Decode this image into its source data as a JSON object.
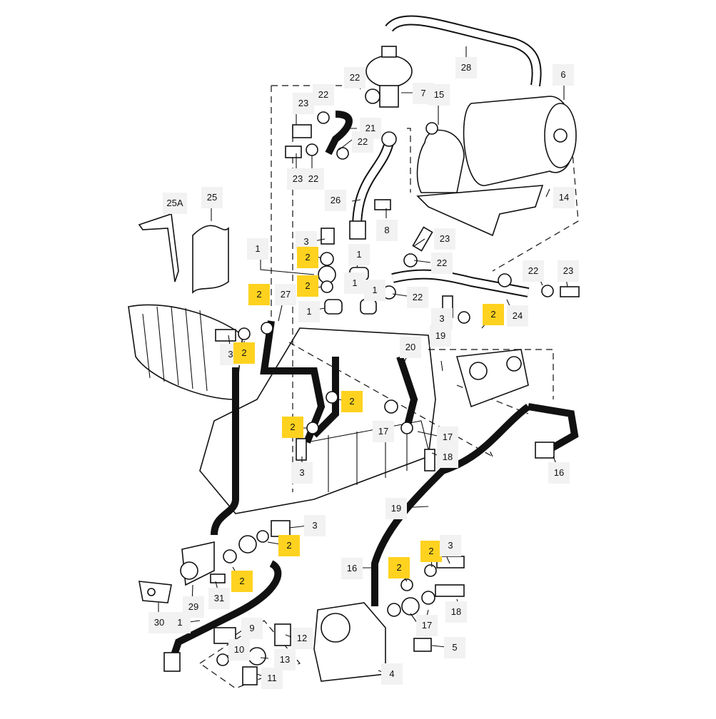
{
  "diagram": {
    "accent_color": "#ffd21f",
    "label_bg": "#f2f2f2",
    "callouts": [
      {
        "id": "c28",
        "text": "28",
        "highlight": false
      },
      {
        "id": "c7",
        "text": "7",
        "highlight": false
      },
      {
        "id": "c6",
        "text": "6",
        "highlight": false
      },
      {
        "id": "c22a",
        "text": "22",
        "highlight": false
      },
      {
        "id": "c22b",
        "text": "22",
        "highlight": false
      },
      {
        "id": "c23a",
        "text": "23",
        "highlight": false
      },
      {
        "id": "c21",
        "text": "21",
        "highlight": false
      },
      {
        "id": "c22c",
        "text": "22",
        "highlight": false
      },
      {
        "id": "c23b",
        "text": "23",
        "highlight": false
      },
      {
        "id": "c22d",
        "text": "22",
        "highlight": false
      },
      {
        "id": "c15",
        "text": "15",
        "highlight": false
      },
      {
        "id": "c14",
        "text": "14",
        "highlight": false
      },
      {
        "id": "c26",
        "text": "26",
        "highlight": false
      },
      {
        "id": "c8",
        "text": "8",
        "highlight": false
      },
      {
        "id": "c25a",
        "text": "25A",
        "highlight": false
      },
      {
        "id": "c25",
        "text": "25",
        "highlight": false
      },
      {
        "id": "c3a",
        "text": "3",
        "highlight": false
      },
      {
        "id": "c2a",
        "text": "2",
        "highlight": true
      },
      {
        "id": "c1a",
        "text": "1",
        "highlight": false
      },
      {
        "id": "c2b",
        "text": "2",
        "highlight": true
      },
      {
        "id": "c1b",
        "text": "1",
        "highlight": false
      },
      {
        "id": "c1c",
        "text": "1",
        "highlight": false
      },
      {
        "id": "c1d",
        "text": "1",
        "highlight": false
      },
      {
        "id": "c1e",
        "text": "1",
        "highlight": false
      },
      {
        "id": "c23c",
        "text": "23",
        "highlight": false
      },
      {
        "id": "c22e",
        "text": "22",
        "highlight": false
      },
      {
        "id": "c22f",
        "text": "22",
        "highlight": false
      },
      {
        "id": "c22g",
        "text": "22",
        "highlight": false
      },
      {
        "id": "c23d",
        "text": "23",
        "highlight": false
      },
      {
        "id": "c2c",
        "text": "2",
        "highlight": true
      },
      {
        "id": "c27",
        "text": "27",
        "highlight": false
      },
      {
        "id": "c3b",
        "text": "3",
        "highlight": false
      },
      {
        "id": "c2d",
        "text": "2",
        "highlight": true
      },
      {
        "id": "c3c",
        "text": "3",
        "highlight": false
      },
      {
        "id": "c2e",
        "text": "2",
        "highlight": true
      },
      {
        "id": "c19a",
        "text": "19",
        "highlight": false
      },
      {
        "id": "c24",
        "text": "24",
        "highlight": false
      },
      {
        "id": "c20",
        "text": "20",
        "highlight": false
      },
      {
        "id": "c2f",
        "text": "2",
        "highlight": true
      },
      {
        "id": "c2g",
        "text": "2",
        "highlight": true
      },
      {
        "id": "c17a",
        "text": "17",
        "highlight": false
      },
      {
        "id": "c17b",
        "text": "17",
        "highlight": false
      },
      {
        "id": "c18a",
        "text": "18",
        "highlight": false
      },
      {
        "id": "c3d",
        "text": "3",
        "highlight": false
      },
      {
        "id": "c16a",
        "text": "16",
        "highlight": false
      },
      {
        "id": "c19b",
        "text": "19",
        "highlight": false
      },
      {
        "id": "c3e",
        "text": "3",
        "highlight": false
      },
      {
        "id": "c2h",
        "text": "2",
        "highlight": true
      },
      {
        "id": "c2i",
        "text": "2",
        "highlight": true
      },
      {
        "id": "c3f",
        "text": "3",
        "highlight": false
      },
      {
        "id": "c16b",
        "text": "16",
        "highlight": false
      },
      {
        "id": "c2j",
        "text": "2",
        "highlight": true
      },
      {
        "id": "c18b",
        "text": "18",
        "highlight": false
      },
      {
        "id": "c2k",
        "text": "2",
        "highlight": true
      },
      {
        "id": "c17c",
        "text": "17",
        "highlight": false
      },
      {
        "id": "c31",
        "text": "31",
        "highlight": false
      },
      {
        "id": "c29",
        "text": "29",
        "highlight": false
      },
      {
        "id": "c30",
        "text": "30",
        "highlight": false
      },
      {
        "id": "c1f",
        "text": "1",
        "highlight": false
      },
      {
        "id": "c9",
        "text": "9",
        "highlight": false
      },
      {
        "id": "c10",
        "text": "10",
        "highlight": false
      },
      {
        "id": "c12",
        "text": "12",
        "highlight": false
      },
      {
        "id": "c13",
        "text": "13",
        "highlight": false
      },
      {
        "id": "c11",
        "text": "11",
        "highlight": false
      },
      {
        "id": "c5",
        "text": "5",
        "highlight": false
      },
      {
        "id": "c4",
        "text": "4",
        "highlight": false
      }
    ]
  }
}
